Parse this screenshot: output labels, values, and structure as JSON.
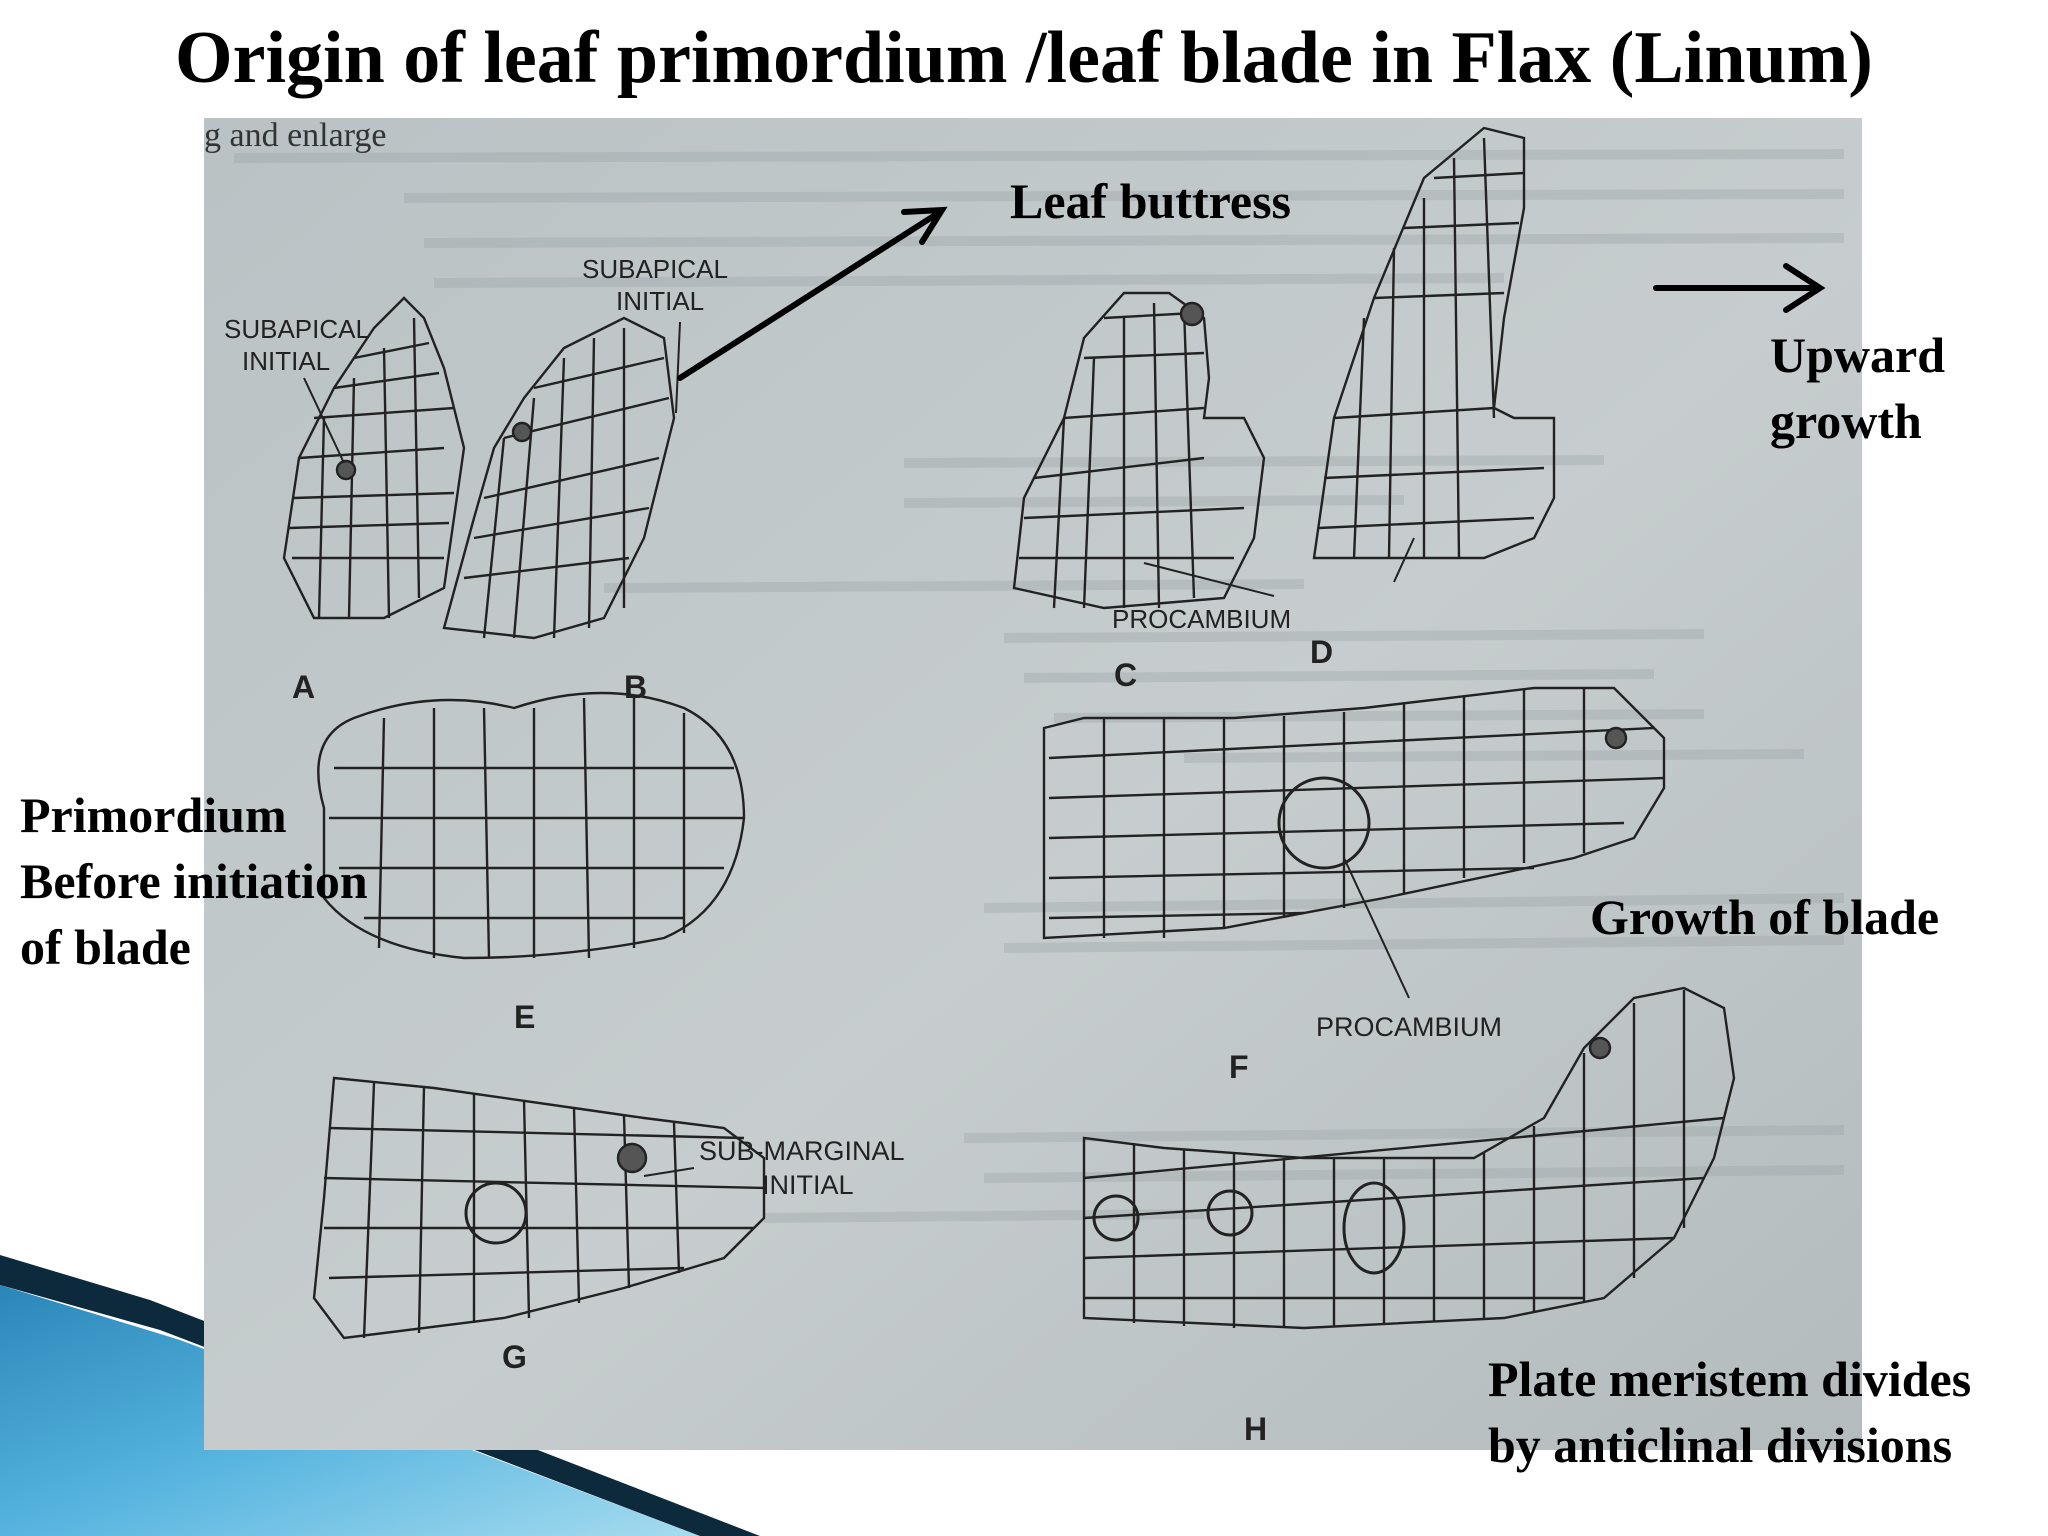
{
  "slide": {
    "title": "Origin of leaf primordium /leaf blade in Flax (Linum)"
  },
  "callouts": {
    "leaf_buttress": "Leaf buttress",
    "upward_growth": [
      "Upward",
      "growth"
    ],
    "primordium_before": [
      "Primordium",
      "Before initiation",
      "of blade"
    ],
    "growth_of_blade": "Growth of blade",
    "plate_meristem": [
      "Plate meristem divides",
      "by anticlinal divisions"
    ]
  },
  "figure": {
    "top_left_fragment": "g and enlarge",
    "panel_letters": [
      "A",
      "B",
      "C",
      "D",
      "E",
      "F",
      "G",
      "H"
    ],
    "labels": {
      "subapical_initial_a": [
        "SUBAPICAL",
        "INITIAL"
      ],
      "subapical_initial_b": [
        "SUBAPICAL",
        "INITIAL"
      ],
      "procambium_cd": "PROCAMBIUM",
      "procambium_f": "PROCAMBIUM",
      "sub_marginal_initial": [
        "SUB-MARGINAL",
        "INITIAL"
      ]
    }
  },
  "colors": {
    "paper": "#bfc6c7",
    "ink": "#222222",
    "ribbon_dark": "#0d2a3c",
    "ribbon_blue": "#2f8fc2",
    "ribbon_light": "#8fd0ec"
  }
}
